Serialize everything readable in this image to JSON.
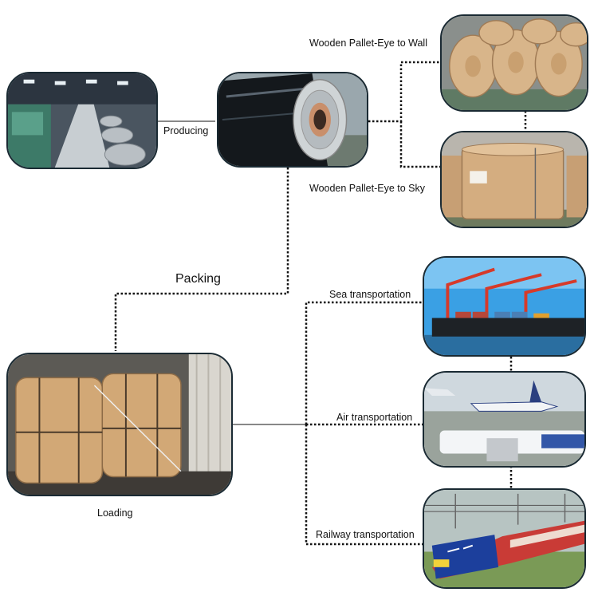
{
  "labels": {
    "producing": "Producing",
    "pallet_wall": "Wooden Pallet-Eye to Wall",
    "pallet_sky": "Wooden Pallet-Eye to Sky",
    "packing": "Packing",
    "loading": "Loading",
    "sea": "Sea transportation",
    "air": "Air transportation",
    "rail": "Railway transportation"
  },
  "colors": {
    "frame": "#1a2a33",
    "connector": "#111111"
  }
}
